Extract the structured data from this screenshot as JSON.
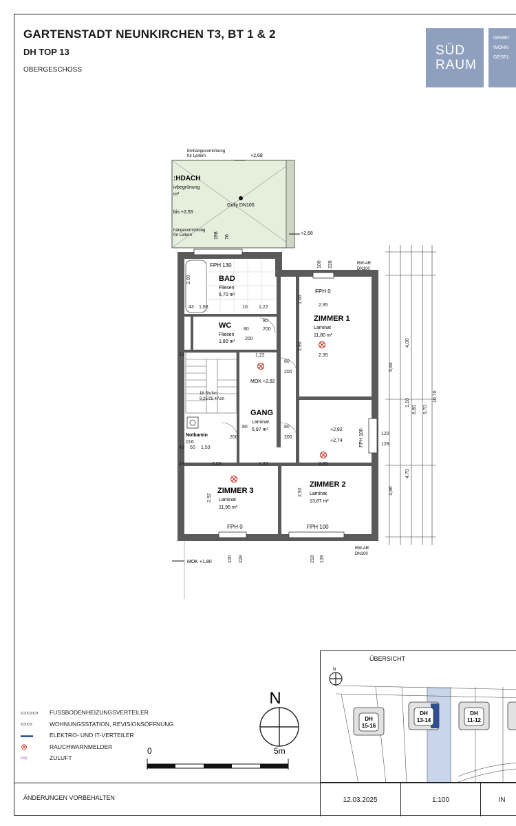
{
  "header": {
    "title": "GARTENSTADT NEUNKIRCHEN T3, BT 1 & 2",
    "unit": "DH TOP 13",
    "floor": "OBERGESCHOSS"
  },
  "logo": {
    "line1": "SÜD",
    "line2": "RAUM",
    "side1": "GEMEI",
    "side2": "WOHN",
    "side3": "GESEL"
  },
  "rooms": {
    "terrace_name": ":HDACH",
    "terrace_sub": "ivbegrünung",
    "terrace_unit": "m²",
    "terrace_height": "bis +2,55",
    "gully": "Gully DN100",
    "bad_name": "BAD",
    "bad_floor": "Fliesen",
    "bad_area": "6,70 m²",
    "wc_name": "WC",
    "wc_floor": "Fliesen",
    "wc_area": "1,80 m²",
    "z1_name": "ZIMMER 1",
    "z1_floor": "Laminat",
    "z1_area": "11,80 m²",
    "gang_name": "GANG",
    "gang_floor": "Laminat",
    "gang_area": "5,97 m²",
    "z2_name": "ZIMMER 2",
    "z2_floor": "Laminat",
    "z2_area": "13,87 m²",
    "z3_name": "ZIMMER 3",
    "z3_floor": "Laminat",
    "z3_area": "11,95 m²",
    "notkamin": "Notkamin",
    "stair": "16 Stufen",
    "stair2": "9,25/25,47cm",
    "fph130": "FPH 130",
    "fph0_top": "FPH 0",
    "fph0_bot": "FPH 0",
    "fph100_right": "FPH 100",
    "fph100_bot": "FPH 100",
    "mok1": "MOK +2,92",
    "mok2": "MOK +1,80",
    "lvl268a": "+2,68",
    "lvl268b": "+2,68",
    "lvl292": "+2,92",
    "lvl274": "+2,74",
    "rw_top": "RW-AR",
    "rw_top2": "DN100",
    "rw_bot": "RW-AR",
    "rw_bot2": "DN100",
    "einhang1": "Einhängevorrichtung",
    "einhang1b": "für Leitern",
    "einhang2": "hängevorrichtung",
    "einhang2b": "für Leitern"
  },
  "dims": {
    "d295a": "2,95",
    "d295b": "2,95",
    "d295c": "2,95",
    "d168": "1,68",
    "d122a": "1,22",
    "d122b": "1,22",
    "d122c": "1,22",
    "d153": "1,53",
    "d203": "2,03",
    "d292a": "2,92",
    "d292b": "2,92",
    "d290": "2,90",
    "d200v": "2,00",
    "d100": "1,00",
    "d80a": "80",
    "d80b": "80",
    "d80c": "80",
    "d80d": "80",
    "d80e": "80",
    "d200a": "200",
    "d200b": "200",
    "d200c": "200",
    "d200d": "200",
    "d200e": "200",
    "d120": "120",
    "d128": "128",
    "d100t": "100",
    "d228t": "228",
    "d100b": "100",
    "d228b": "228",
    "d218": "218",
    "d128b": "128",
    "d198": "198",
    "d76": "76",
    "d584": "5,84",
    "d400": "4,00",
    "d880": "8,80",
    "d970": "9,70",
    "d1070": "10,70",
    "d470": "4,70",
    "d386": "3,86",
    "d110": "1,10",
    "d43a": "43",
    "d43b": "43",
    "d43c": "43",
    "d43d": "43",
    "d50": "50",
    "d10": "10",
    "d16": "016"
  },
  "north": {
    "label": "N"
  },
  "scale": {
    "zero": "0",
    "five": "5m"
  },
  "legend": [
    {
      "symbol": "▭▭▭",
      "label": "FUSSBODENHEIZUNGSVERTEILER"
    },
    {
      "symbol": "▭▭",
      "label": "WOHNUNGSSTATION, REVISIONSÖFFNUNG"
    },
    {
      "symbol": "▬▬",
      "label": "ELEKTRO- UND IT-VERTEILER"
    },
    {
      "symbol": "⊗",
      "label": "RAUCHWARNMELDER"
    },
    {
      "symbol": "⇨",
      "label": "ZULUFT"
    }
  ],
  "overview": {
    "title": "ÜBERSICHT",
    "north": "N",
    "house1_l1": "DH",
    "house1_l2": "15-16",
    "house2_l1": "DH",
    "house2_l2": "13-14",
    "house3_l1": "DH",
    "house3_l2": "11-12"
  },
  "footer": {
    "note": "ÄNDERUNGEN VORBEHALTEN",
    "date": "12.03.2025",
    "scale": "1:100",
    "extra": "IN"
  },
  "colors": {
    "wall": "#5a5a5a",
    "terrace": "#e6eedc",
    "highlight": "#c9d5ea",
    "logo": "#8f9fbe",
    "smoke": "#c0392b"
  }
}
